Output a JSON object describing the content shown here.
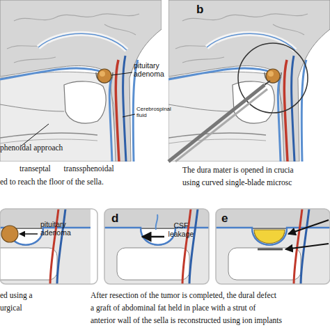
{
  "diagram": {
    "labels": [
      "b",
      "pituitary adenoma",
      "Cerebrospinal fluid",
      "phenoidal approach",
      "transeptal transsphenoidal",
      "ed to reach the floor of the sella.",
      "The dura mater is opened in crucia",
      "using curved single-blade microsc",
      "pituitary adenoma",
      "d",
      "CSF leakage",
      "e",
      "ed using a",
      "urgical",
      "After resection of the tumor is completed, the dural defect",
      "a graft of abdominal fat held in place with a strut of",
      "anterior wall of the sella is reconstructed using ion implants"
    ]
  }
}
